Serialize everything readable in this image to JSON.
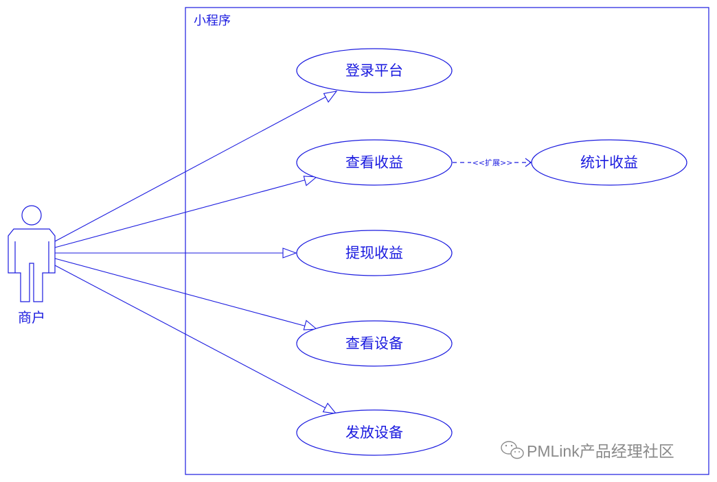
{
  "diagram": {
    "system_boundary_label": "小程序",
    "actor": {
      "label": "商户"
    },
    "use_cases": {
      "login": "登录平台",
      "view_income": "查看收益",
      "stat_income": "统计收益",
      "withdraw": "提现收益",
      "view_device": "查看设备",
      "issue_device": "发放设备"
    },
    "extend_label": "<<扩展>>"
  },
  "watermark": {
    "text": "PMLink产品经理社区"
  },
  "colors": {
    "line": "#1a1adf",
    "watermark": "#8a8a8a"
  }
}
